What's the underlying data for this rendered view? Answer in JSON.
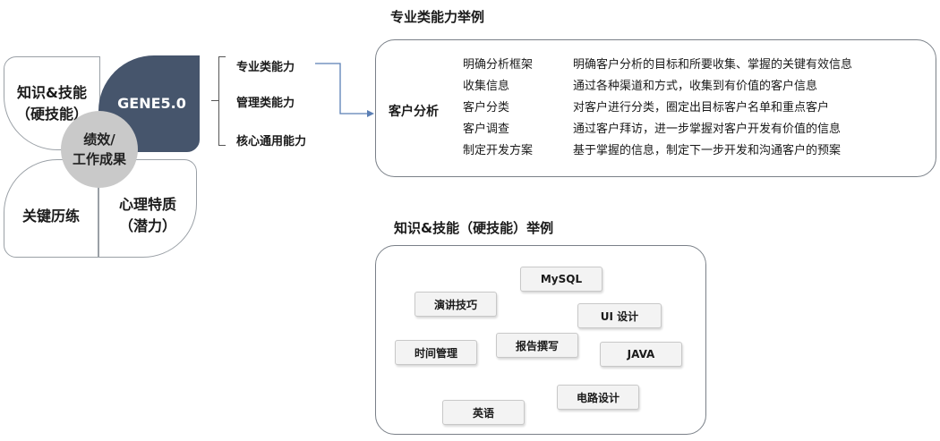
{
  "clover": {
    "top_left": "知识&技能（硬技能）",
    "top_left_line1": "知识&技能",
    "top_left_line2": "（硬技能）",
    "top_right": "GENE5.0",
    "bottom_left": "关键历练",
    "bottom_right_line1": "心理特质",
    "bottom_right_line2": "（潜力）",
    "center_line1": "绩效/",
    "center_line2": "工作成果",
    "accent_color": "#46556c"
  },
  "capabilities": [
    "专业类能力",
    "管理类能力",
    "核心通用能力"
  ],
  "professional": {
    "title": "专业类能力举例",
    "category": "客户分析",
    "rows": [
      {
        "key": "明确分析框架",
        "desc": "明确客户分析的目标和所要收集、掌握的关键有效信息"
      },
      {
        "key": "收集信息",
        "desc": "通过各种渠道和方式，收集到有价值的客户信息"
      },
      {
        "key": "客户分类",
        "desc": "对客户进行分类，圈定出目标客户名单和重点客户"
      },
      {
        "key": "客户调查",
        "desc": "通过客户拜访，进一步掌握对客户开发有价值的信息"
      },
      {
        "key": "制定开发方案",
        "desc": "基于掌握的信息，制定下一步开发和沟通客户的预案"
      }
    ]
  },
  "skills": {
    "title": "知识&技能（硬技能）举例",
    "tags": [
      "MySQL",
      "演讲技巧",
      "UI 设计",
      "报告撰写",
      "时间管理",
      "JAVA",
      "电路设计",
      "英语"
    ]
  }
}
